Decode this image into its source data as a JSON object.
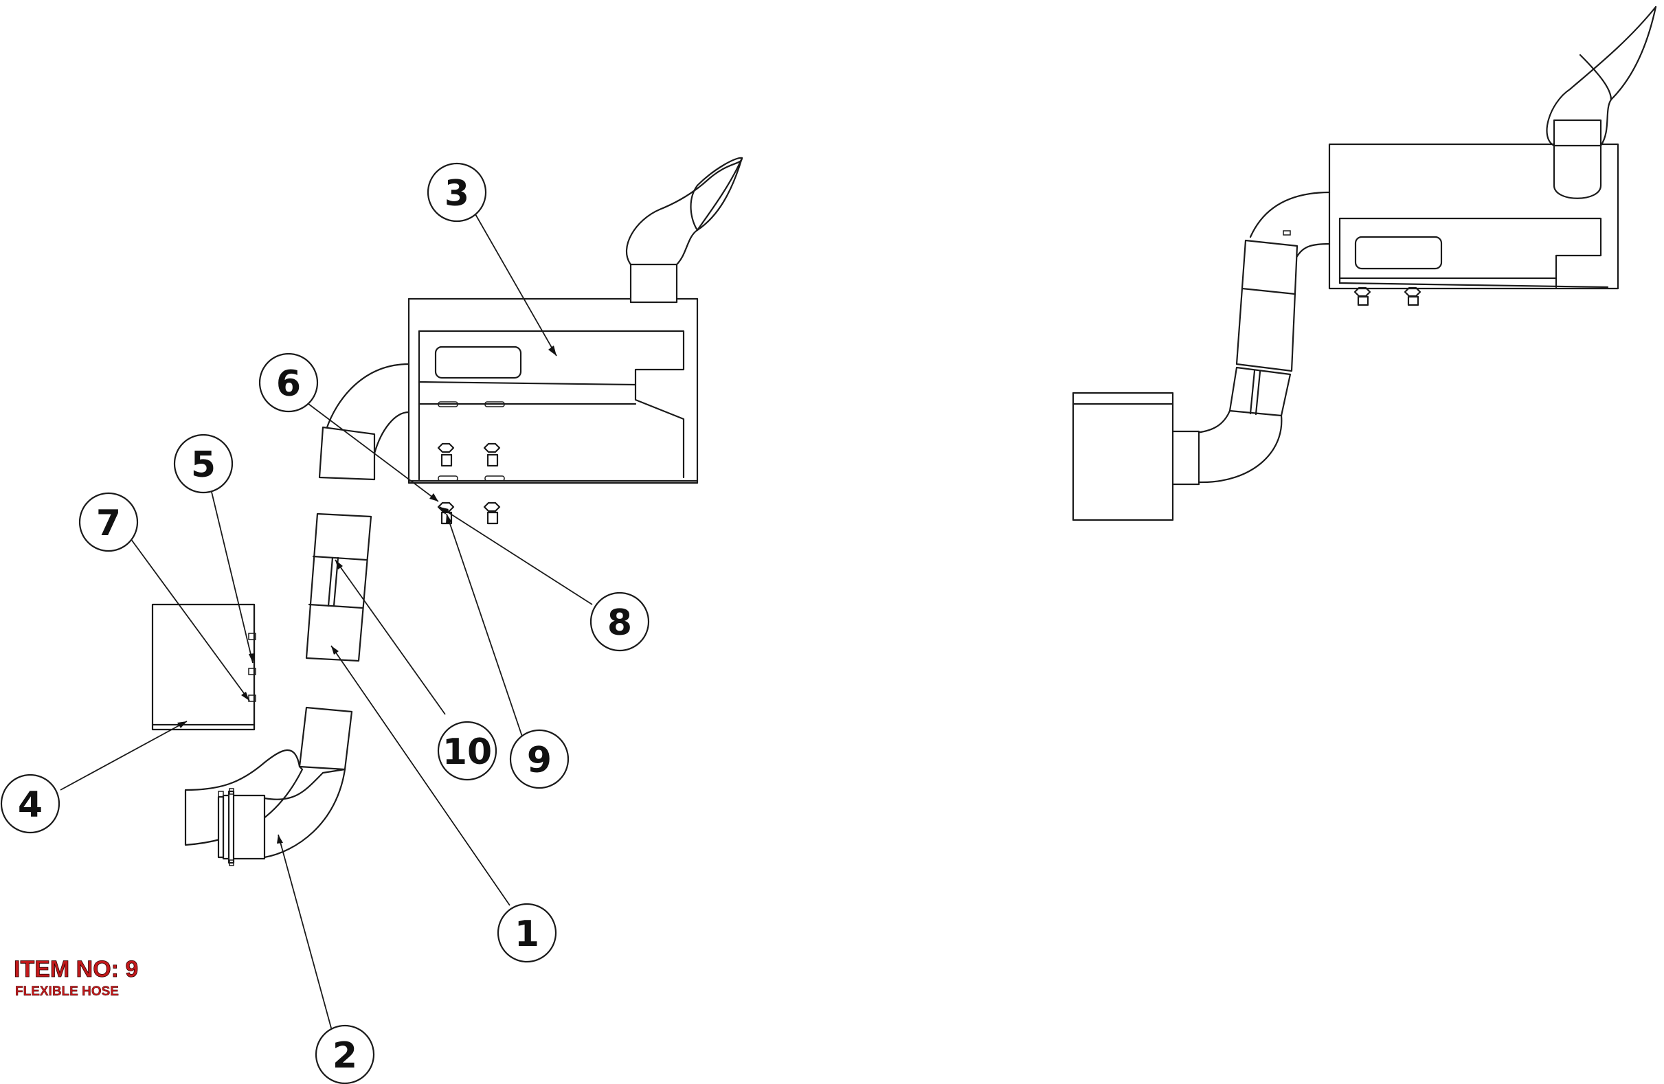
{
  "balloons": [
    {
      "id": "1",
      "label": "1"
    },
    {
      "id": "2",
      "label": "2"
    },
    {
      "id": "3",
      "label": "3"
    },
    {
      "id": "4",
      "label": "4"
    },
    {
      "id": "5",
      "label": "5"
    },
    {
      "id": "6",
      "label": "6"
    },
    {
      "id": "7",
      "label": "7"
    },
    {
      "id": "8",
      "label": "8"
    },
    {
      "id": "9",
      "label": "9"
    },
    {
      "id": "10",
      "label": "10"
    }
  ],
  "item_note": {
    "title": "ITEM NO: 9",
    "subtitle": "FLEXIBLE HOSE",
    "color": "#c2191b"
  }
}
